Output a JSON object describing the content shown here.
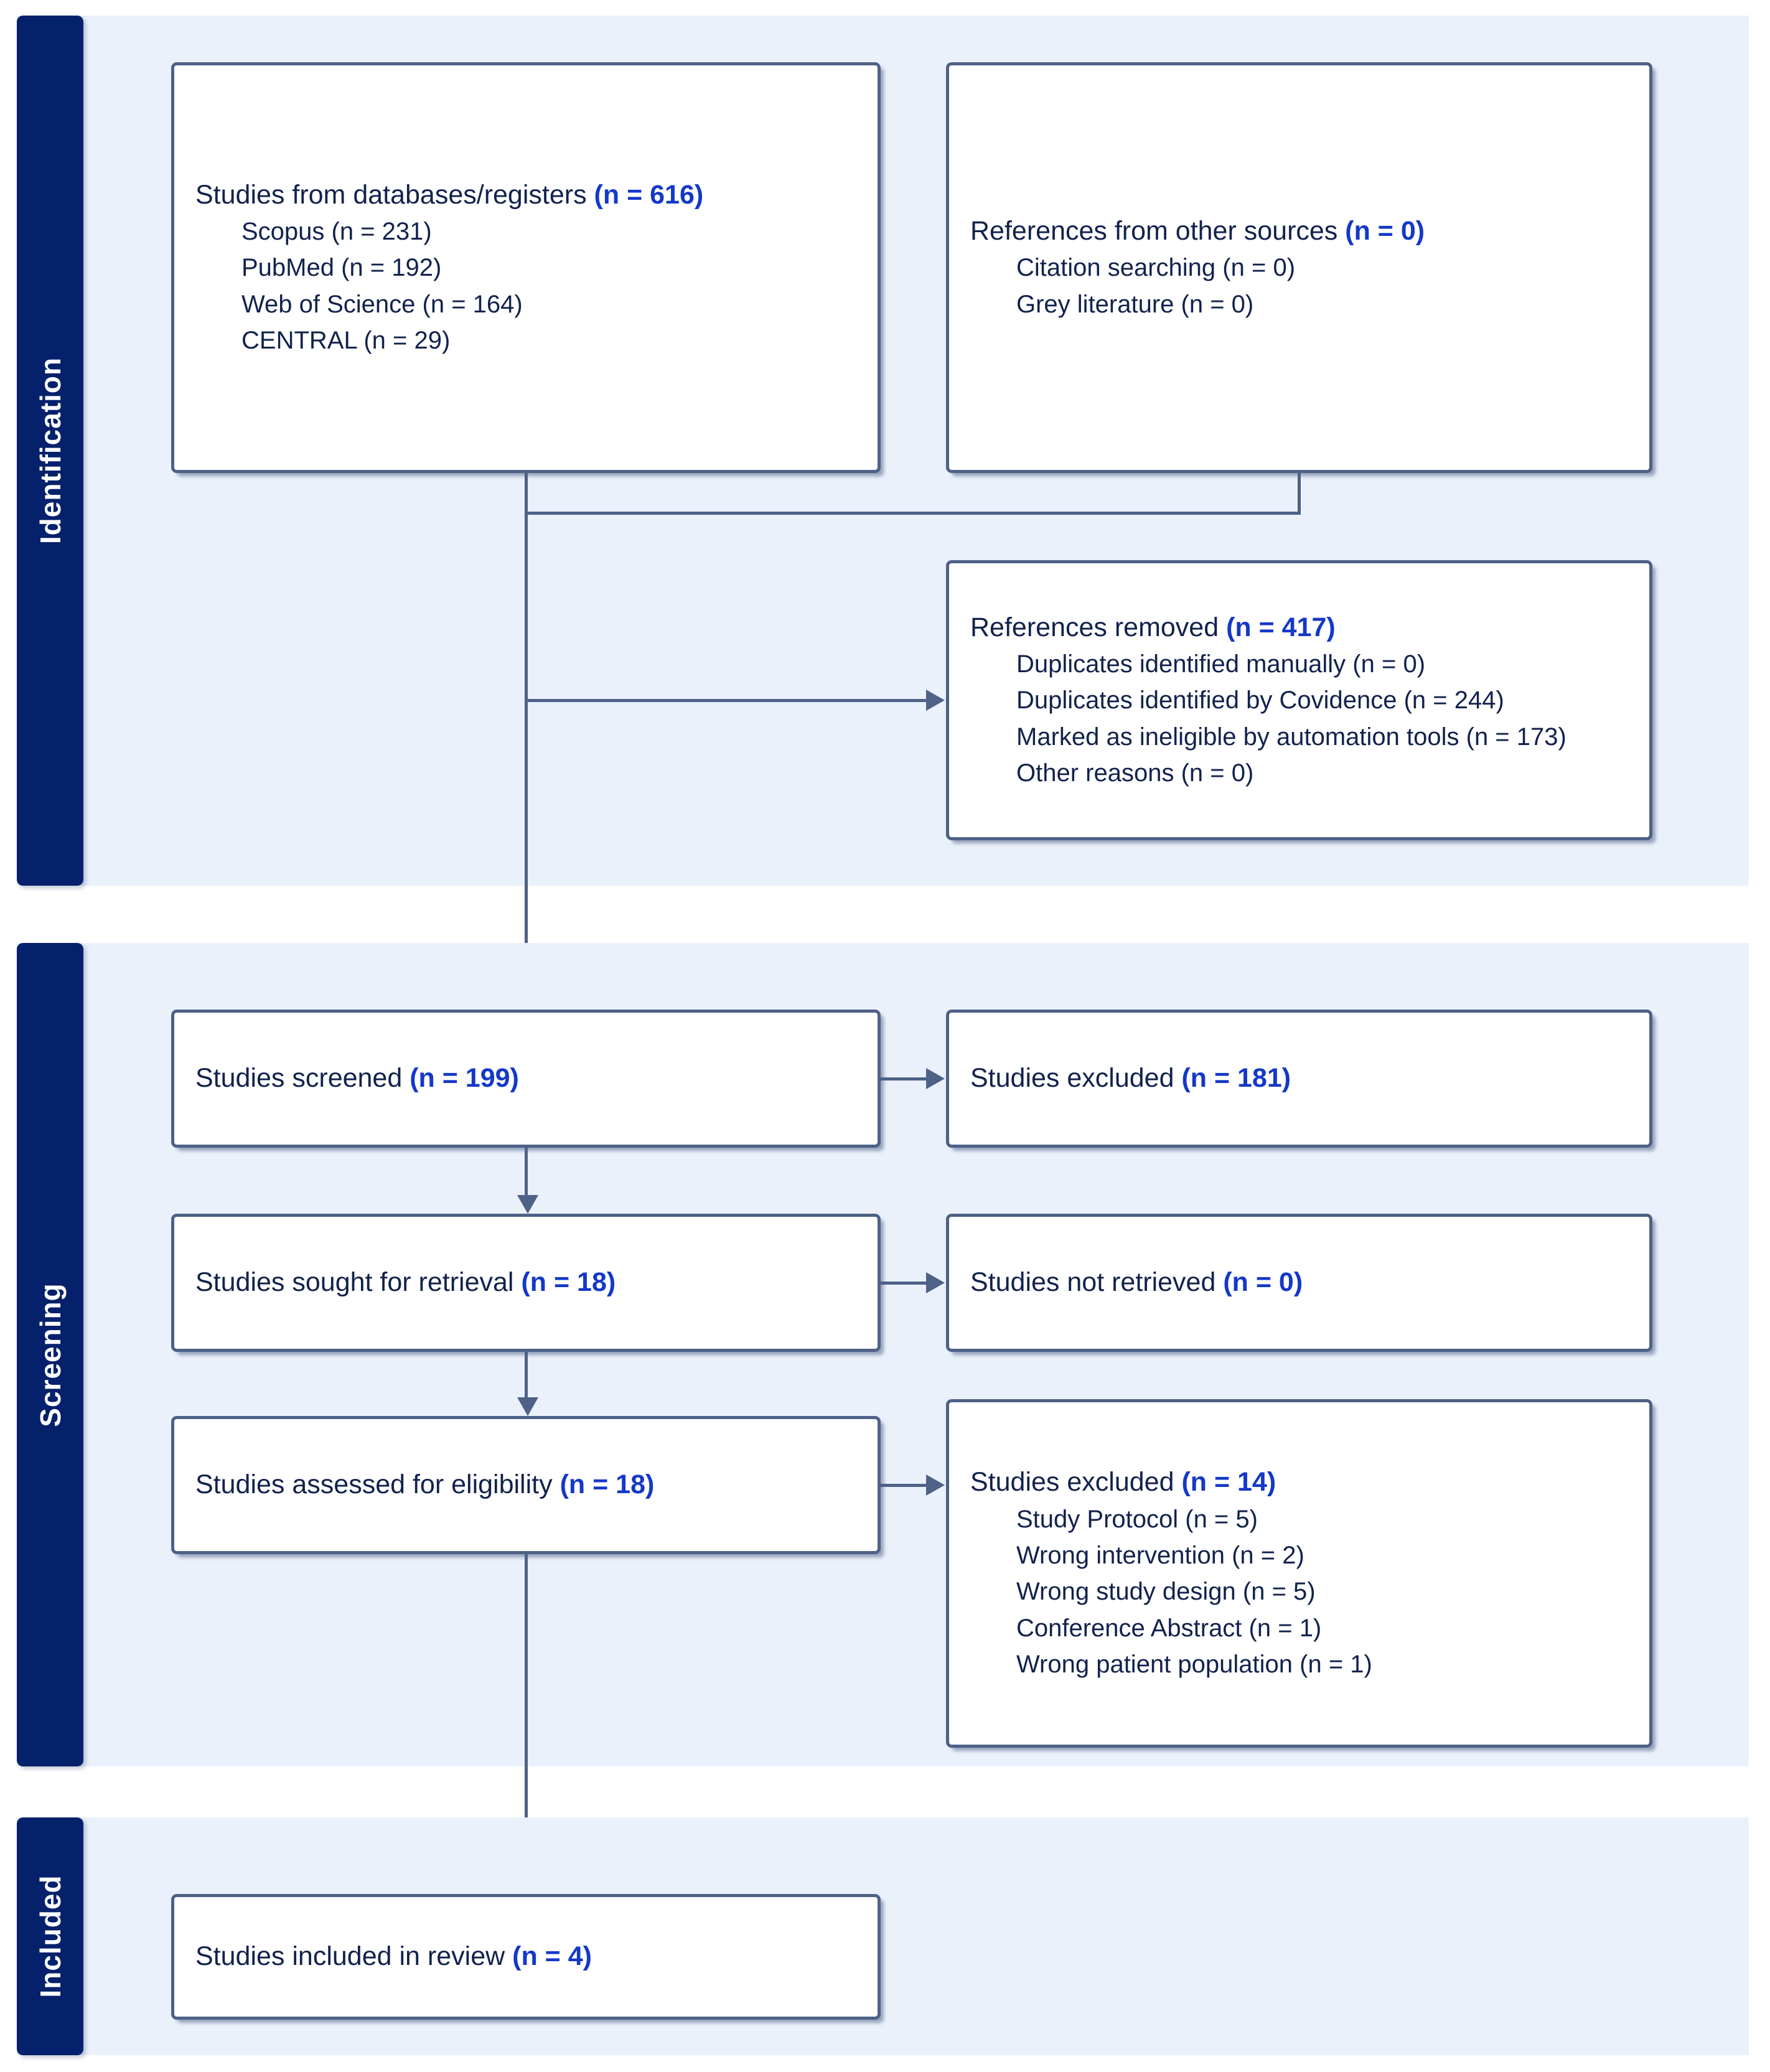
{
  "diagram": {
    "type": "PRISMA 2020 flow diagram",
    "colors": {
      "band_background": "#eaf1fb",
      "sidebar_navy": "#05216b",
      "box_border": "#4e6187",
      "text_dark": "#12224d",
      "count_blue": "#1438c8",
      "page_background": "#ffffff"
    }
  },
  "phases": [
    {
      "key": "identification",
      "label": "Identification"
    },
    {
      "key": "screening",
      "label": "Screening"
    },
    {
      "key": "included",
      "label": "Included"
    }
  ],
  "boxes": {
    "databases": {
      "title_text": "Studies from databases/registers ",
      "title_count": "(n = 616)",
      "items": [
        "Scopus (n = 231)",
        "PubMed (n = 192)",
        "Web of Science (n = 164)",
        "CENTRAL (n = 29)"
      ]
    },
    "other_sources": {
      "title_text": "References from other sources ",
      "title_count": "(n = 0)",
      "items": [
        "Citation searching (n = 0)",
        "Grey literature (n = 0)"
      ]
    },
    "references_removed": {
      "title_text": "References removed ",
      "title_count": "(n = 417)",
      "items": [
        "Duplicates identified manually (n = 0)",
        "Duplicates identified by Covidence (n = 244)",
        "Marked as ineligible by automation tools (n = 173)",
        "Other reasons (n = 0)"
      ]
    },
    "studies_screened": {
      "title_text": "Studies screened ",
      "title_count": "(n = 199)",
      "items": []
    },
    "studies_excluded_screen": {
      "title_text": "Studies excluded ",
      "title_count": "(n = 181)",
      "items": []
    },
    "sought_retrieval": {
      "title_text": "Studies sought for retrieval ",
      "title_count": "(n = 18)",
      "items": []
    },
    "not_retrieved": {
      "title_text": "Studies not retrieved ",
      "title_count": "(n = 0)",
      "items": []
    },
    "assessed_eligibility": {
      "title_text": "Studies assessed for eligibility ",
      "title_count": "(n = 18)",
      "items": []
    },
    "studies_excluded_elig": {
      "title_text": "Studies excluded ",
      "title_count": "(n = 14)",
      "items": [
        "Study Protocol (n = 5)",
        "Wrong intervention (n = 2)",
        "Wrong study design (n = 5)",
        "Conference Abstract (n = 1)",
        "Wrong patient population (n = 1)"
      ]
    },
    "included_review": {
      "title_text": "Studies included in review ",
      "title_count": "(n = 4)",
      "items": []
    }
  }
}
